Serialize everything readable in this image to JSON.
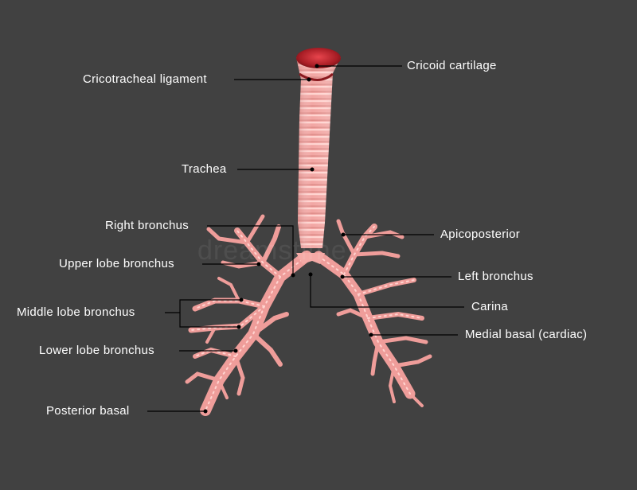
{
  "labels": {
    "cricoid_cartilage": "Cricoid cartilage",
    "cricotracheal_ligament": "Cricotracheal ligament",
    "trachea": "Trachea",
    "right_bronchus": "Right bronchus",
    "upper_lobe_bronchus": "Upper lobe bronchus",
    "middle_lobe_bronchus": "Middle lobe bronchus",
    "lower_lobe_bronchus": "Lower lobe bronchus",
    "posterior_basal": "Posterior basal",
    "apicoposterior": "Apicoposterior",
    "left_bronchus": "Left bronchus",
    "carina": "Carina",
    "medial_basal": "Medial basal (cardiac)"
  },
  "watermark": "dreamstime",
  "colors": {
    "background": "#414141",
    "airway": "#f0a3a1",
    "airway_ring": "#ffd2cf",
    "cartilage": "#b8232b",
    "leader_line": "#000000",
    "label_text": "#ffffff"
  }
}
